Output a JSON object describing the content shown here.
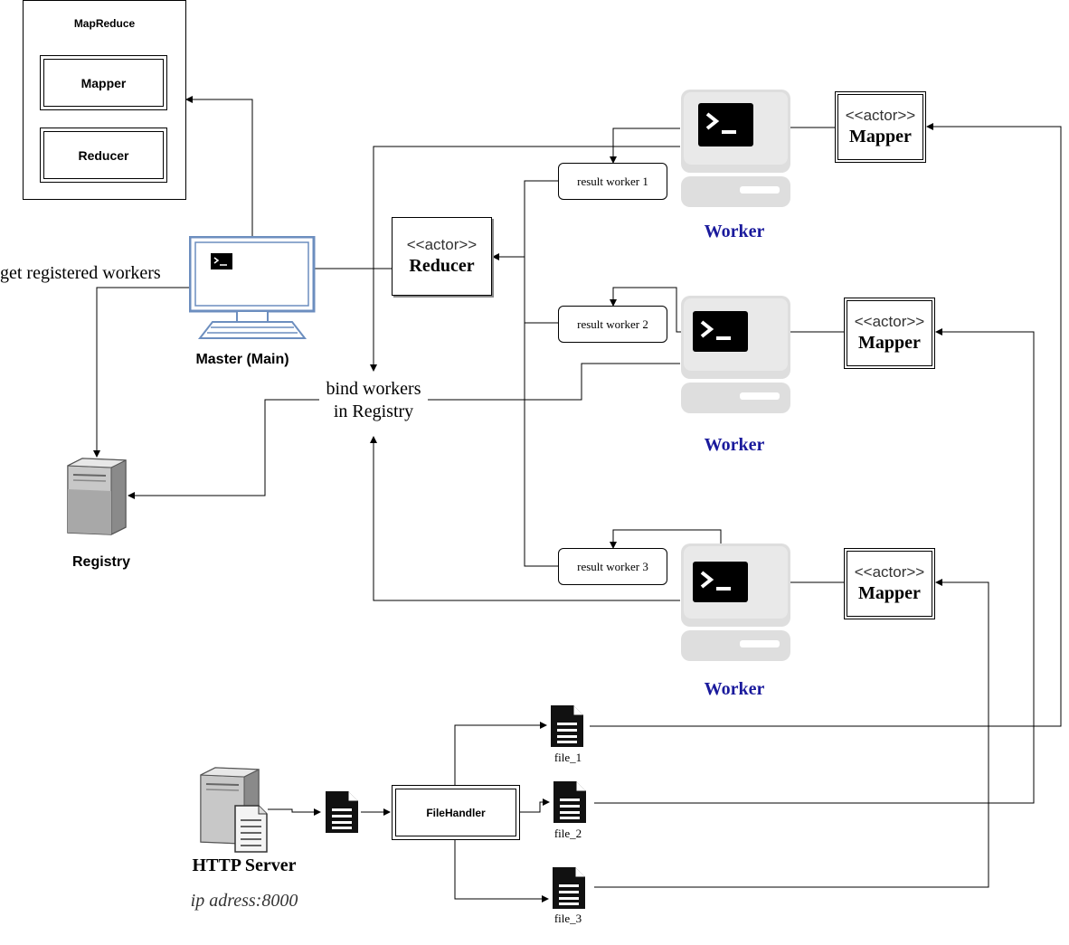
{
  "mapreduce": {
    "title": "MapReduce",
    "mapper": "Mapper",
    "reducer": "Reducer"
  },
  "master": {
    "label": "Master (Main)"
  },
  "registry": {
    "label": "Registry"
  },
  "edges": {
    "get_workers": "get registered workers",
    "bind_workers_line1": "bind workers",
    "bind_workers_line2": "in Registry"
  },
  "reducer_actor": {
    "stereotype": "<<actor>>",
    "name": "Reducer"
  },
  "workers": [
    {
      "label": "Worker",
      "result": "result worker 1",
      "actor_stereotype": "<<actor>>",
      "actor_name": "Mapper"
    },
    {
      "label": "Worker",
      "result": "result worker 2",
      "actor_stereotype": "<<actor>>",
      "actor_name": "Mapper"
    },
    {
      "label": "Worker",
      "result": "result worker 3",
      "actor_stereotype": "<<actor>>",
      "actor_name": "Mapper"
    }
  ],
  "http_server": {
    "label": "HTTP Server",
    "address": "ip adress:8000"
  },
  "file_handler": {
    "label": "FileHandler"
  },
  "files": [
    "file_1",
    "file_2",
    "file_3"
  ],
  "colors": {
    "worker_label": "#1a1a9c",
    "master_frame": "#6c8ebf",
    "terminal_bg": "#000000"
  },
  "icons": {
    "master": "desktop-terminal-icon",
    "worker": "terminal-computer-icon",
    "registry": "server-icon",
    "http_server": "file-server-icon",
    "file": "document-icon"
  }
}
